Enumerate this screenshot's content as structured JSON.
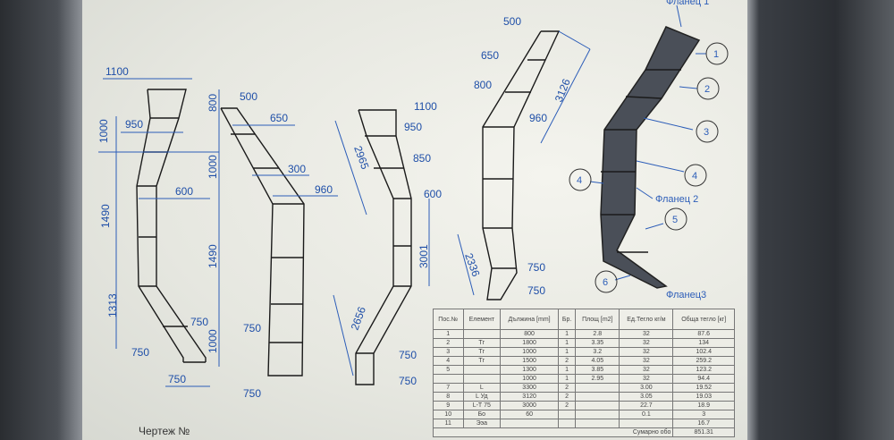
{
  "drawing_number_label": "Чертеж №",
  "colors": {
    "dimension": "#2c5db8",
    "outline": "#1a1a1a",
    "model": "#4a4f58"
  },
  "fig1": {
    "d1100": "1100",
    "d950": "950",
    "d1000a": "1000",
    "d600": "600",
    "d1490a": "1490",
    "d1313": "1313",
    "d750a": "750",
    "d750b": "750",
    "d750c": "750",
    "d800": "800",
    "d1000b": "1000",
    "d1490b": "1490",
    "d1000c": "1000"
  },
  "fig2": {
    "d500": "500",
    "d650": "650",
    "d300": "300",
    "d960": "960",
    "d750a": "750",
    "d750b": "750"
  },
  "fig3": {
    "d1100": "1100",
    "d950": "950",
    "d850": "850",
    "d2965": "2965",
    "d600": "600",
    "d3001": "3001",
    "d2656": "2656",
    "d750a": "750",
    "d750b": "750"
  },
  "fig4": {
    "d500": "500",
    "d650": "650",
    "d800": "800",
    "d3126": "3126",
    "d960": "960",
    "d2336": "2336",
    "d750a": "750",
    "d750b": "750"
  },
  "model": {
    "flange1": "Фланец 1",
    "flange2": "Фланец 2",
    "flange3": "Фланец3",
    "callouts": [
      "1",
      "2",
      "3",
      "4",
      "4",
      "5",
      "6"
    ]
  },
  "bom": {
    "headers": [
      "Пос.№",
      "Елемент",
      "Дължина [mm]",
      "Бр.",
      "Площ [m2]",
      "Ед.Тегло кг/м",
      "Обща тегло [кг]"
    ],
    "rows": [
      [
        "1",
        "",
        "800",
        "1",
        "2.8",
        "32",
        "87.6"
      ],
      [
        "2",
        "Тг",
        "1800",
        "1",
        "3.35",
        "32",
        "134"
      ],
      [
        "3",
        "Тг",
        "1000",
        "1",
        "3.2",
        "32",
        "102.4"
      ],
      [
        "4",
        "Тг",
        "1500",
        "2",
        "4.05",
        "32",
        "259.2"
      ],
      [
        "5",
        "",
        "1300",
        "1",
        "3.85",
        "32",
        "123.2"
      ],
      [
        "",
        "",
        "1000",
        "1",
        "2.95",
        "32",
        "94.4"
      ],
      [
        "7",
        "L",
        "3300",
        "2",
        "",
        "3.00",
        "19.52"
      ],
      [
        "8",
        "L Уд",
        "3120",
        "2",
        "",
        "3.05",
        "19.03"
      ],
      [
        "9",
        "L-Т 75",
        "3000",
        "2",
        "",
        "22.7",
        "18.9"
      ],
      [
        "10",
        "Бо",
        "60",
        "",
        "",
        "0.1",
        "3"
      ],
      [
        "11",
        "Ээа",
        "",
        "",
        "",
        "",
        "16.7"
      ]
    ],
    "total_label": "Сумарно обо",
    "total_value": "851.31"
  }
}
